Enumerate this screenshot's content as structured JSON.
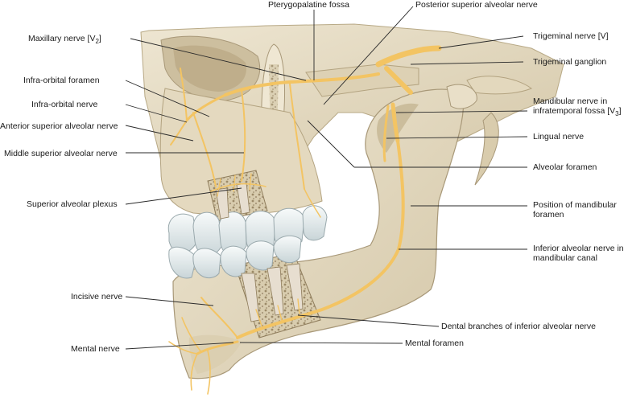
{
  "labels": {
    "pterygopalatine_fossa": "Pterygopalatine fossa",
    "posterior_superior_alveolar_nerve": "Posterior superior alveolar nerve",
    "maxillary_nerve_prefix": "Maxillary nerve [V",
    "maxillary_nerve_sub": "2",
    "maxillary_nerve_suffix": "]",
    "infra_orbital_foramen": "Infra-orbital foramen",
    "infra_orbital_nerve": "Infra-orbital nerve",
    "anterior_superior_alveolar_nerve": "Anterior superior alveolar nerve",
    "middle_superior_alveolar_nerve": "Middle superior alveolar nerve",
    "superior_alveolar_plexus": "Superior alveolar plexus",
    "incisive_nerve": "Incisive nerve",
    "mental_nerve": "Mental nerve",
    "trigeminal_nerve": "Trigeminal nerve [V]",
    "trigeminal_ganglion": "Trigeminal ganglion",
    "mandibular_nerve_line1": "Mandibular nerve in",
    "mandibular_nerve_line2_prefix": "infratemporal fossa [V",
    "mandibular_nerve_sub": "3",
    "mandibular_nerve_suffix": "]",
    "lingual_nerve": "Lingual nerve",
    "alveolar_foramen": "Alveolar foramen",
    "position_mandibular_foramen": "Position of mandibular foramen",
    "inferior_alveolar_nerve": "Inferior alveolar nerve in mandibular canal",
    "dental_branches": "Dental branches of inferior alveolar nerve",
    "mental_foramen": "Mental foramen"
  },
  "colors": {
    "bone": "#e6dcc4",
    "bone_shadow": "#c9bb9a",
    "bone_dark": "#a8987a",
    "nerve": "#f3c463",
    "nerve_edge": "#d89f34",
    "tooth": "#eef3f3",
    "tooth_shadow": "#bcc8cb",
    "cancellous": "#b9a888",
    "leader": "#2a2a2a"
  }
}
